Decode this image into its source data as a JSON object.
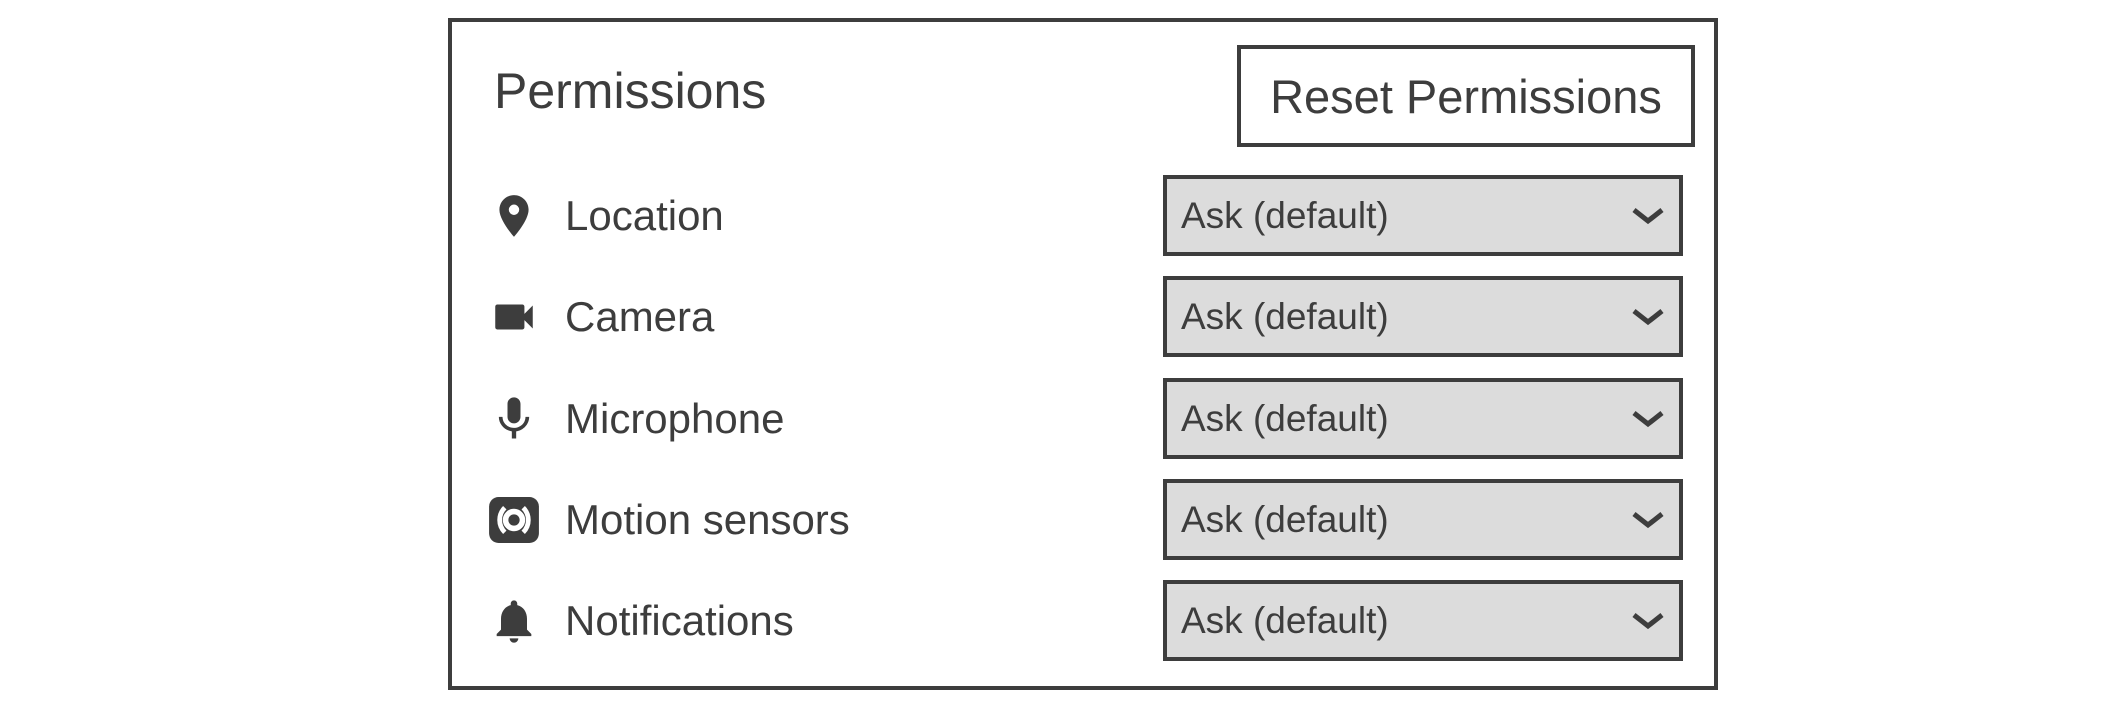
{
  "panel": {
    "title": "Permissions",
    "reset_button_label": "Reset Permissions"
  },
  "rows": [
    {
      "icon": "location-pin-icon",
      "label": "Location",
      "value": "Ask (default)"
    },
    {
      "icon": "video-camera-icon",
      "label": "Camera",
      "value": "Ask (default)"
    },
    {
      "icon": "microphone-icon",
      "label": "Microphone",
      "value": "Ask (default)"
    },
    {
      "icon": "motion-sensors-icon",
      "label": "Motion sensors",
      "value": "Ask (default)"
    },
    {
      "icon": "notification-bell-icon",
      "label": "Notifications",
      "value": "Ask (default)"
    }
  ],
  "colors": {
    "ink": "#3d3d3d",
    "select_background": "#dcdcdc",
    "page_background": "#ffffff"
  }
}
